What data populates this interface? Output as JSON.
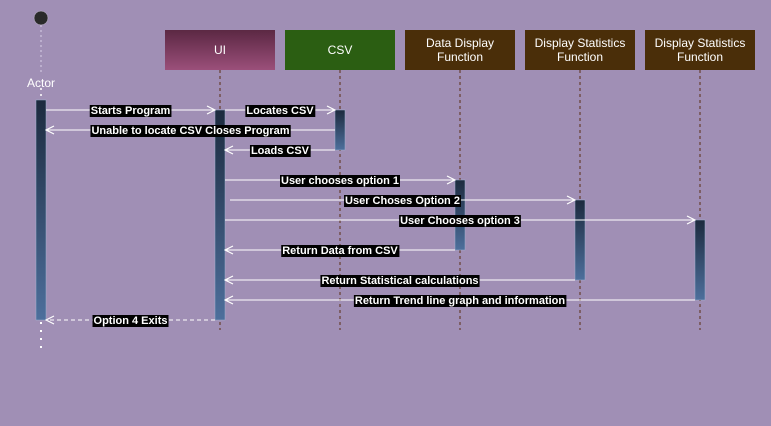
{
  "diagram": {
    "actor": {
      "label": "Actor"
    },
    "participants": [
      {
        "id": "ui",
        "label_lines": [
          "UI"
        ],
        "fill": "#9b4f7a",
        "fill_top": "#5b2843"
      },
      {
        "id": "csv",
        "label_lines": [
          "CSV"
        ],
        "fill": "#2b5e12"
      },
      {
        "id": "data_display",
        "label_lines": [
          "Data Display",
          "Function"
        ],
        "fill": "#4a2e09"
      },
      {
        "id": "display_stats_1",
        "label_lines": [
          "Display Statistics",
          "Function"
        ],
        "fill": "#4a2e09"
      },
      {
        "id": "display_stats_2",
        "label_lines": [
          "Display Statistics",
          "Function"
        ],
        "fill": "#4a2e09"
      }
    ],
    "messages": [
      {
        "from": "actor",
        "to": "ui",
        "label": "Starts Program",
        "style": "solid"
      },
      {
        "from": "ui",
        "to": "csv",
        "label": "Locates CSV",
        "style": "solid"
      },
      {
        "from": "csv",
        "to": "actor",
        "label": "Unable to locate CSV Closes Program",
        "style": "solid"
      },
      {
        "from": "csv",
        "to": "ui",
        "label": "Loads CSV",
        "style": "solid"
      },
      {
        "from": "ui",
        "to": "data_display",
        "label": "User chooses option 1",
        "style": "solid"
      },
      {
        "from": "ui",
        "to": "display_stats_1",
        "label": "User Choses Option 2",
        "style": "solid"
      },
      {
        "from": "ui",
        "to": "display_stats_2",
        "label": "User Chooses option 3",
        "style": "solid"
      },
      {
        "from": "data_display",
        "to": "ui",
        "label": "Return Data from CSV",
        "style": "solid"
      },
      {
        "from": "display_stats_1",
        "to": "ui",
        "label": "Return Statistical calculations",
        "style": "solid"
      },
      {
        "from": "display_stats_2",
        "to": "ui",
        "label": "Return Trend line graph and information",
        "style": "solid"
      },
      {
        "from": "ui",
        "to": "actor",
        "label": "Option 4 Exits",
        "style": "dashed"
      }
    ],
    "colors": {
      "background": "#a08fb5",
      "lifeline": "#5a2e14",
      "activation_top": "#1c2a3e",
      "activation_bottom": "#4d6f9c",
      "message_line": "#ffffff",
      "label_bg": "#000000",
      "label_text": "#ffffff",
      "actor_head": "#2a2a2a"
    }
  }
}
